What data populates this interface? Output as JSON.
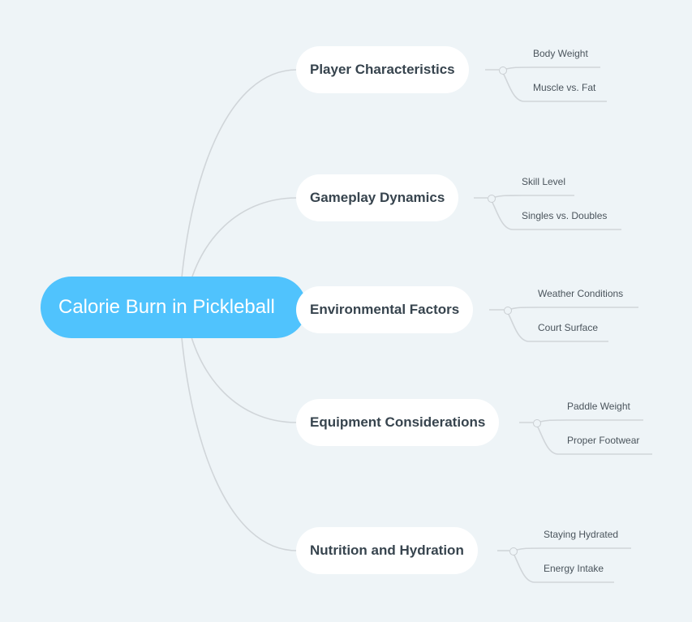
{
  "mindmap": {
    "root": {
      "label": "Calorie Burn in Pickleball",
      "color": "#50c3fd"
    },
    "branches": [
      {
        "label": "Player Characteristics",
        "children": [
          "Body Weight",
          "Muscle vs. Fat"
        ]
      },
      {
        "label": "Gameplay Dynamics",
        "children": [
          "Skill Level",
          "Singles vs. Doubles"
        ]
      },
      {
        "label": "Environmental Factors",
        "children": [
          "Weather Conditions",
          "Court Surface"
        ]
      },
      {
        "label": "Equipment Considerations",
        "children": [
          "Paddle Weight",
          "Proper Footwear"
        ]
      },
      {
        "label": "Nutrition and Hydration",
        "children": [
          "Staying Hydrated",
          "Energy Intake"
        ]
      }
    ],
    "line_color": "#d0d5d9",
    "background": "#eef4f7"
  }
}
